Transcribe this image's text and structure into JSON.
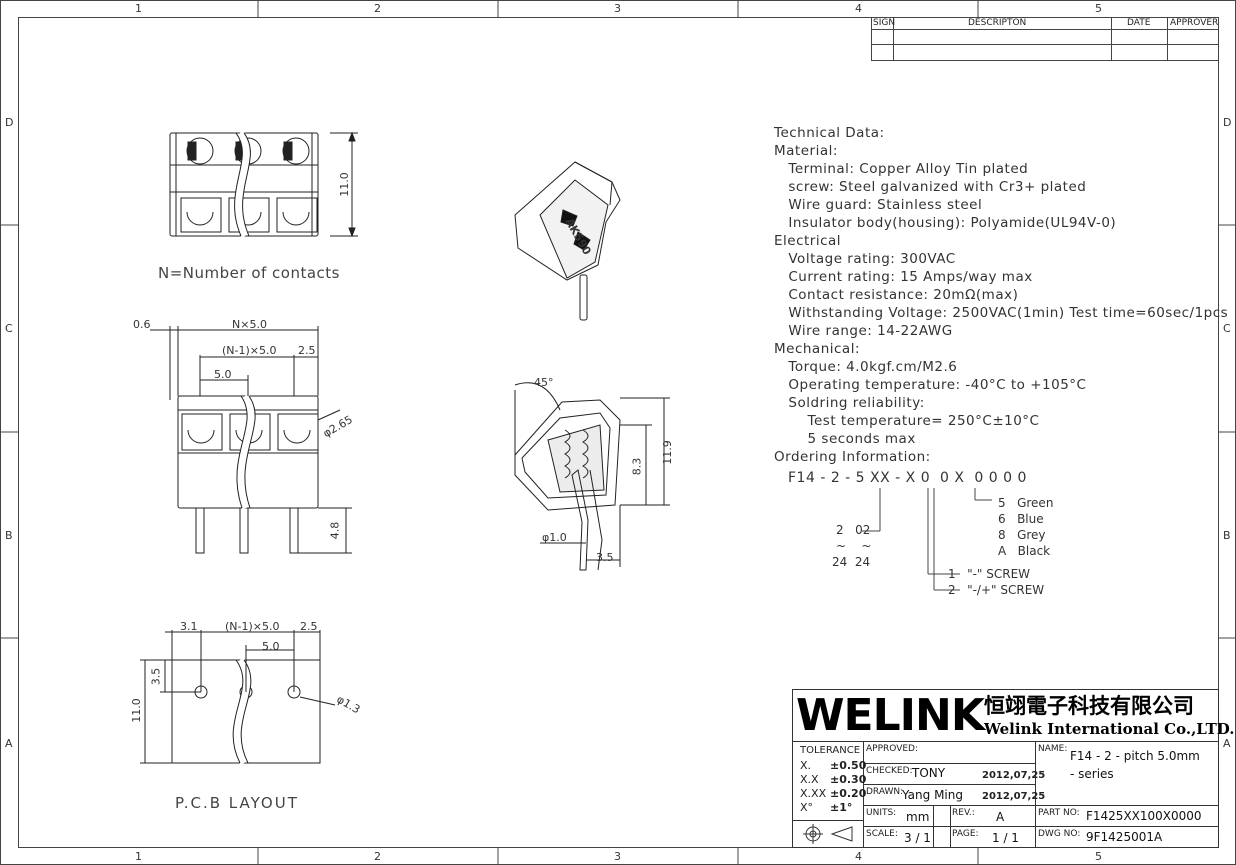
{
  "zones": {
    "columns": [
      "1",
      "2",
      "3",
      "4",
      "5"
    ],
    "rows": [
      "D",
      "C",
      "B",
      "A"
    ]
  },
  "revision_table": {
    "headers": [
      "SIGN",
      "DESCRIPTON",
      "DATE",
      "APPROVER"
    ]
  },
  "views": {
    "top_note": "N=Number of contacts",
    "pcb_note": "P.C.B LAYOUT",
    "iso_marking": "AK590",
    "dims": {
      "height_top": "11.0",
      "offset": "0.6",
      "nx": "N×5.0",
      "n1x": "(N-1)×5.0",
      "half": "2.5",
      "pitch": "5.0",
      "dia": "φ2.65",
      "pin": "4.8",
      "angle": "45°",
      "h119": "11.9",
      "h83": "8.3",
      "pin_dia": "φ1.0",
      "side_35": "3.5",
      "pcb_31": "3.1",
      "pcb_n1x": "(N-1)×5.0",
      "pcb_25": "2.5",
      "pcb_50": "5.0",
      "pcb_35": "3.5",
      "pcb_110": "11.0",
      "pcb_hole": "φ1.3"
    }
  },
  "tech": {
    "lines": [
      "Technical Data:",
      "Material:",
      "   Terminal: Copper Alloy Tin plated",
      "   screw: Steel galvanized with Cr3+ plated",
      "   Wire guard: Stainless steel",
      "   Insulator body(housing): Polyamide(UL94V-0)",
      "Electrical",
      "   Voltage rating: 300VAC",
      "   Current rating: 15 Amps/way max",
      "   Contact resistance: 20mΩ(max)",
      "   Withstanding Voltage: 2500VAC(1min) Test time=60sec/1pcs",
      "   Wire range: 14-22AWG",
      "Mechanical:",
      "   Torque: 4.0kgf.cm/M2.6",
      "   Operating temperature: -40°C to +105°C",
      "   Soldring reliability:",
      "       Test temperature= 250°C±10°C",
      "       5 seconds max",
      "Ordering Information:"
    ],
    "order_code": "F14 - 2 - 5 XX - X 0  0 X  0 0 0 0",
    "colors": [
      "5   Green",
      "6   Blue",
      "8   Grey",
      "A   Black"
    ],
    "contacts": [
      "2   02",
      "~    ~",
      "24  24"
    ],
    "screw": [
      "1   \"-\" SCREW",
      "2   \"-/+\" SCREW"
    ]
  },
  "title_block": {
    "brand": "WELINK",
    "company_cn": "恒翊電子科技有限公司",
    "company_en": "Welink International Co.,LTD.",
    "tolerance_label": "TOLERANCE",
    "tolerances": [
      [
        "X.",
        "±0.50"
      ],
      [
        "X.X",
        "±0.30"
      ],
      [
        "X.XX",
        "±0.20"
      ],
      [
        "X°",
        "±1°"
      ]
    ],
    "approved_label": "APPROVED:",
    "checked_label": "CHECKED:",
    "checked_by": "TONY",
    "checked_date": "2012,07,25",
    "drawn_label": "DRAWN:",
    "drawn_by": "Yang Ming",
    "drawn_date": "2012,07,25",
    "units_label": "UNITS:",
    "units": "mm",
    "rev_label": "REV.:",
    "rev": "A",
    "scale_label": "SCALE:",
    "scale": "3 / 1",
    "page_label": "PAGE:",
    "page": "1 / 1",
    "name_label": "NAME:",
    "name_line1": "F14 - 2 - pitch 5.0mm",
    "name_line2": "- series",
    "part_label": "PART NO:",
    "part_no": "F1425XX100X0000",
    "dwg_label": "DWG NO:",
    "dwg_no": "9F1425001A"
  }
}
